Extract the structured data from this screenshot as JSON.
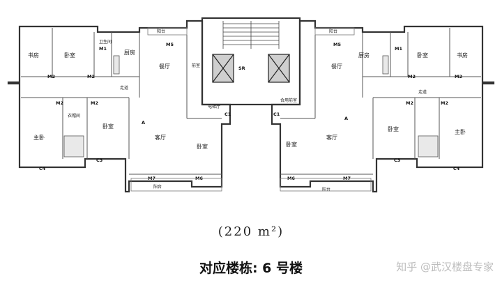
{
  "area_label": "(220 m²)",
  "building_label": "对应楼栋: 6 号楼",
  "watermark": "知乎 @武汉楼盘专家",
  "rooms": {
    "study": "书房",
    "bedroom": "卧室",
    "bathroom": "卫生间",
    "kitchen": "厨房",
    "balcony": "阳台",
    "dining": "餐厅",
    "corridor": "走道",
    "master_bedroom": "主卧",
    "cloakroom": "衣帽间",
    "living": "客厅",
    "front_room": "前室",
    "elevator_hall": "电梯厅",
    "shared_front_room": "合用前室"
  },
  "codes": {
    "m1": "M1",
    "m2": "M2",
    "m5": "M5",
    "m6": "M6",
    "m7": "M7",
    "c1": "C1",
    "c3": "C3",
    "c4": "C4",
    "a": "A",
    "sr": "SR"
  }
}
